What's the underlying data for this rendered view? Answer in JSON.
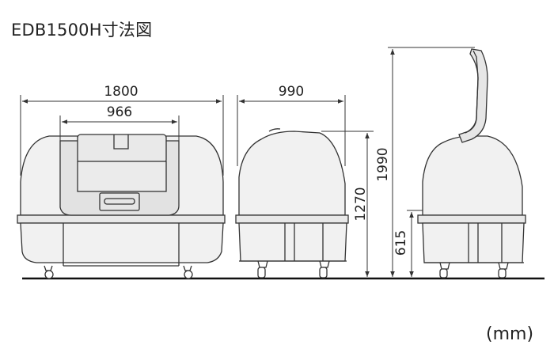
{
  "title": "EDB1500H寸法図",
  "unit": "(mm)",
  "dimensions": {
    "front_width": "1800",
    "front_lid_width": "966",
    "side_depth": "990",
    "side_height_closed": "1270",
    "side_height_open": "1990",
    "side_opening_height": "615"
  }
}
